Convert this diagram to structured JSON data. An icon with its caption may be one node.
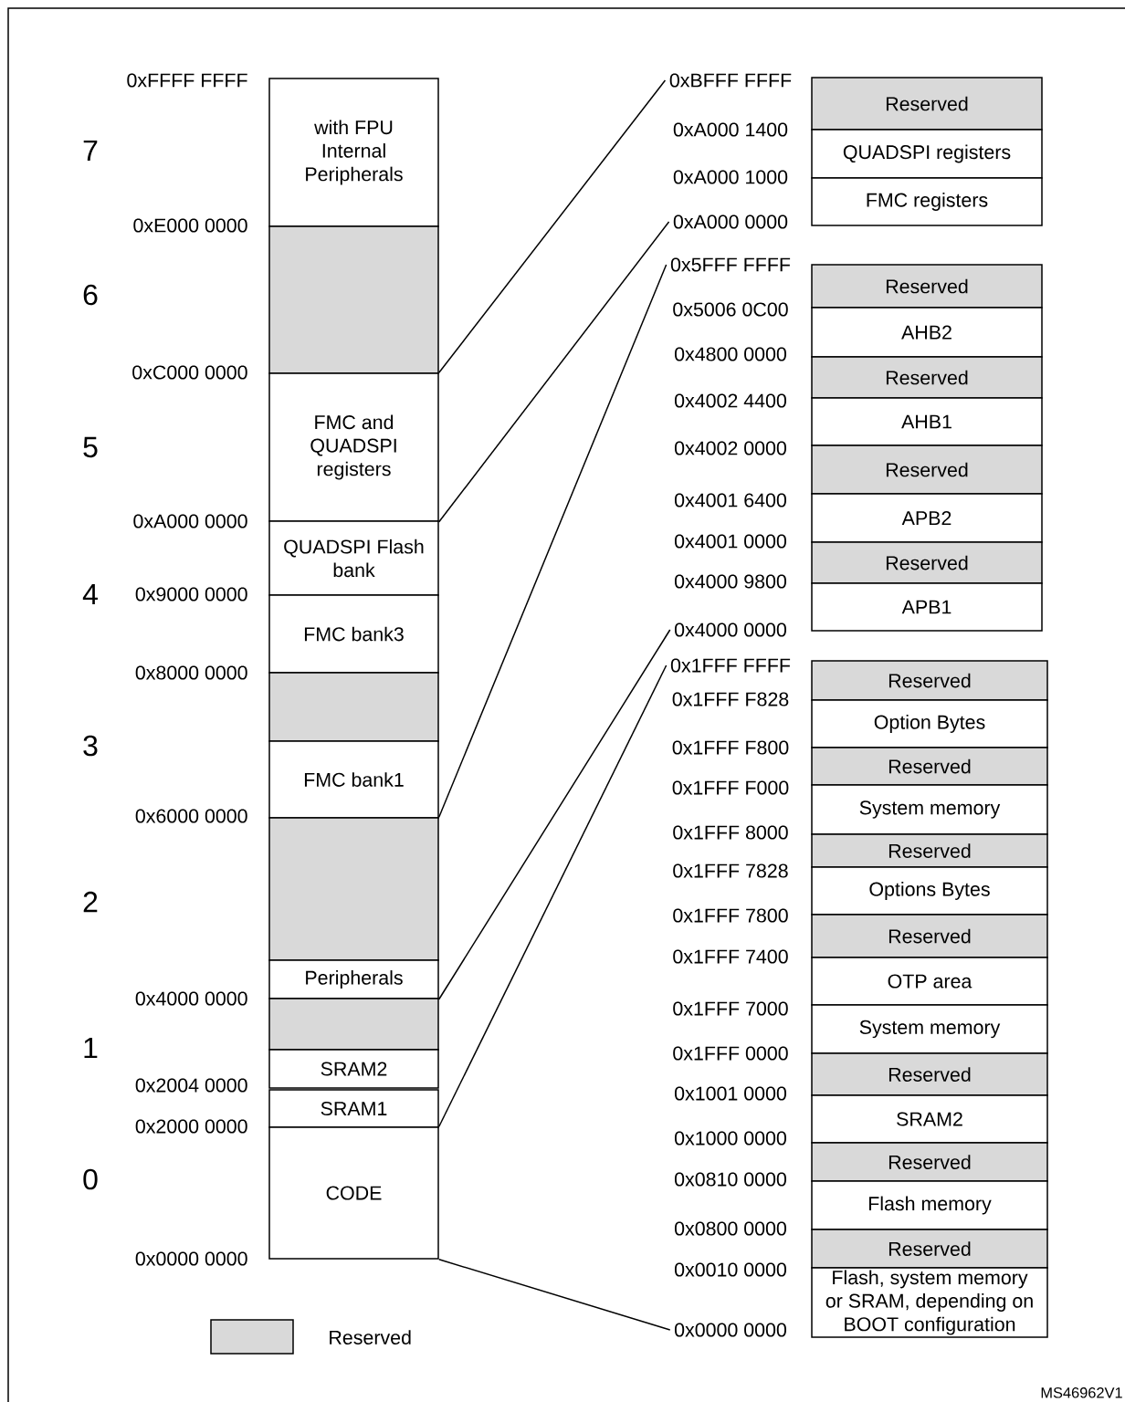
{
  "diagram": {
    "nodes": [
      {
        "text": [
          "with FPU Internal Peripherals"
        ]
      },
      {
        "text": [],
        "shape": "box"
      },
      {
        "text": [
          "FMC and QUADSPI registers"
        ]
      },
      {
        "text": [
          "QUADSPI Flash bank"
        ]
      },
      {
        "text": [
          "FMC bank3"
        ]
      },
      {
        "text": [],
        "shape": "box"
      },
      {
        "text": [
          "FMC bank1"
        ]
      },
      {
        "text": [],
        "shape": "box"
      },
      {
        "text": [
          "Peripherals"
        ]
      },
      {
        "text": [],
        "shape": "box"
      },
      {
        "text": [
          "SRAM2"
        ]
      },
      {
        "text": [
          "SRAM1"
        ]
      },
      {
        "text": [
          "CODE"
        ]
      },
      {
        "text": [
          "Reserved"
        ]
      },
      {
        "text": [
          "QUADSPI registers"
        ]
      },
      {
        "text": [
          "FMC registers"
        ]
      },
      {
        "text": [
          "Reserved"
        ]
      },
      {
        "text": [
          "AHB2"
        ]
      },
      {
        "text": [
          "Reserved"
        ]
      },
      {
        "text": [
          "AHB1"
        ]
      },
      {
        "text": [
          "Reserved"
        ]
      },
      {
        "text": [
          "APB2"
        ]
      },
      {
        "text": [
          "Reserved"
        ]
      },
      {
        "text": [
          "APB1"
        ]
      },
      {
        "text": [
          "Reserved"
        ]
      },
      {
        "text": [
          "Option Bytes"
        ]
      },
      {
        "text": [
          "Reserved"
        ]
      },
      {
        "text": [
          "System memory"
        ]
      },
      {
        "text": [
          "Reserved"
        ]
      },
      {
        "text": [
          "Options Bytes"
        ]
      },
      {
        "text": [
          "Reserved"
        ]
      },
      {
        "text": [
          "OTP area"
        ]
      },
      {
        "text": [
          "System memory"
        ]
      },
      {
        "text": [
          "Reserved"
        ]
      },
      {
        "text": [
          "SRAM2"
        ]
      },
      {
        "text": [
          "Reserved"
        ]
      },
      {
        "text": [
          "Flash memory"
        ]
      },
      {
        "text": [
          "Reserved"
        ]
      },
      {
        "text": [
          "Flash, system memory or SRAM, depending on BOOT configuration"
        ]
      },
      {
        "text": [
          "0xBFFF FFFF"
        ]
      },
      {
        "text": [
          "0xA000 0000"
        ]
      },
      {
        "text": [
          "0x5FFF FFFF"
        ]
      },
      {
        "text": [
          "0x4000 0000"
        ]
      },
      {
        "text": [
          "0x1FFF FFFF"
        ]
      },
      {
        "text": [
          "0x0000 0000"
        ]
      }
    ],
    "edges": [
      {
        "from": 2,
        "to": 39,
        "arrow": "none"
      },
      {
        "from": 2,
        "to": 40,
        "arrow": "none"
      },
      {
        "from": 7,
        "to": 41,
        "arrow": "none"
      },
      {
        "from": 8,
        "to": 42,
        "arrow": "none"
      },
      {
        "from": 12,
        "to": 43,
        "arrow": "none"
      },
      {
        "from": 12,
        "to": 44,
        "arrow": "none"
      }
    ],
    "labels": [
      "0xFFFF FFFF",
      "7",
      "0xE000 0000",
      "6",
      "0xC000 0000",
      "5",
      "0xA000 0000",
      "4",
      "0x9000 0000",
      "0x8000 0000",
      "3",
      "0x6000 0000",
      "2",
      "0x4000 0000",
      "1",
      "0x2004 0000",
      "0x2000 0000",
      "0",
      "0x0000 0000",
      "0xA000 1400",
      "0xA000 1000",
      "0x5006 0C00",
      "0x4800 0000",
      "0x4002 4400",
      "0x4002 0000",
      "0x4001 6400",
      "0x4001 0000",
      "0x4000 9800",
      "0x1FFF F828",
      "0x1FFF F800",
      "0x1FFF F000",
      "0x1FFF 8000",
      "0x1FFF 7828",
      "0x1FFF 7800",
      "0x1FFF 7400",
      "0x1FFF 7000",
      "0x1FFF 0000",
      "0x1001 0000",
      "0x1000 0000",
      "0x0810 0000",
      "0x0800 0000",
      "0x0010 0000",
      "MS46962V1"
    ],
    "legend": [
      {
        "text": "Reserved",
        "color": "#d9d9d9"
      }
    ]
  }
}
